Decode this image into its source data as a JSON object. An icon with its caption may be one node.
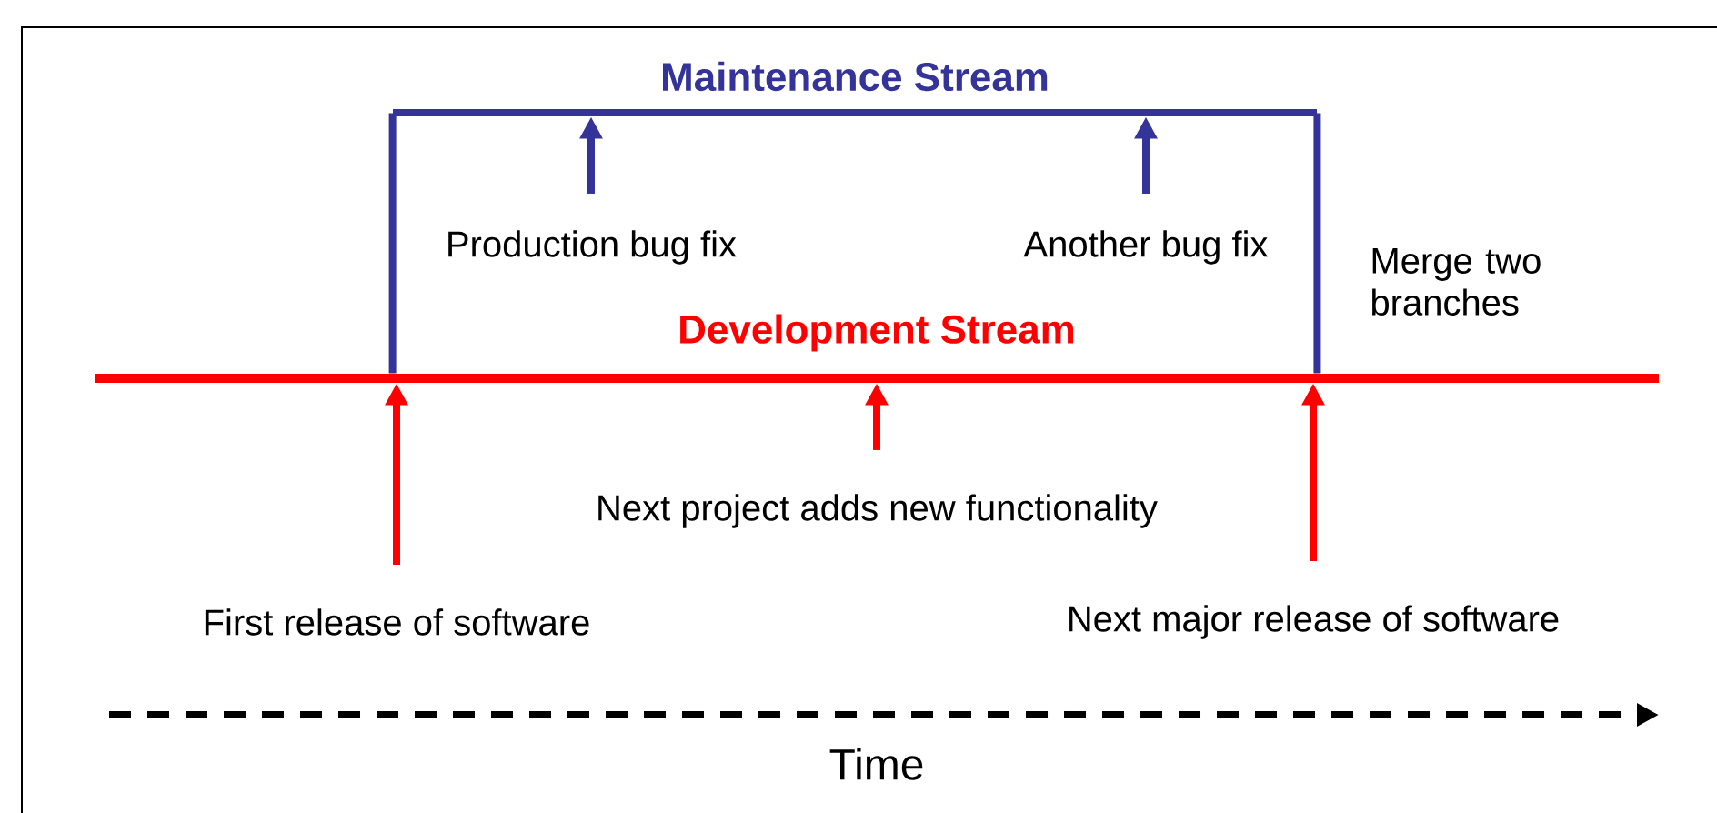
{
  "diagram": {
    "nodes": [
      {
        "text": [
          "Maintenance Stream"
        ]
      },
      {
        "text": [
          "Development Stream"
        ]
      },
      {
        "text": [
          "Production bug fix"
        ]
      },
      {
        "text": [
          "Another bug fix"
        ]
      },
      {
        "text": [
          "Next project adds new functionality"
        ]
      },
      {
        "text": [
          "First release of software"
        ]
      },
      {
        "text": [
          "Next major release of software"
        ]
      }
    ],
    "edges": [
      {
        "from": 1,
        "to": 0,
        "arrow": "none",
        "color": "#333399"
      },
      {
        "from": 1,
        "to": 0,
        "arrow": "none",
        "color": "#333399"
      },
      {
        "from": 2,
        "to": 0,
        "arrow": "to",
        "color": "#333399"
      },
      {
        "from": 3,
        "to": 0,
        "arrow": "to",
        "color": "#333399"
      },
      {
        "from": 4,
        "to": 1,
        "arrow": "to",
        "color": "#ff0000"
      },
      {
        "from": 5,
        "to": 1,
        "arrow": "to",
        "color": "#ff0000"
      },
      {
        "from": 6,
        "to": 1,
        "arrow": "to",
        "color": "#ff0000"
      }
    ],
    "labels": [
      "Merge two branches",
      "Time"
    ]
  }
}
